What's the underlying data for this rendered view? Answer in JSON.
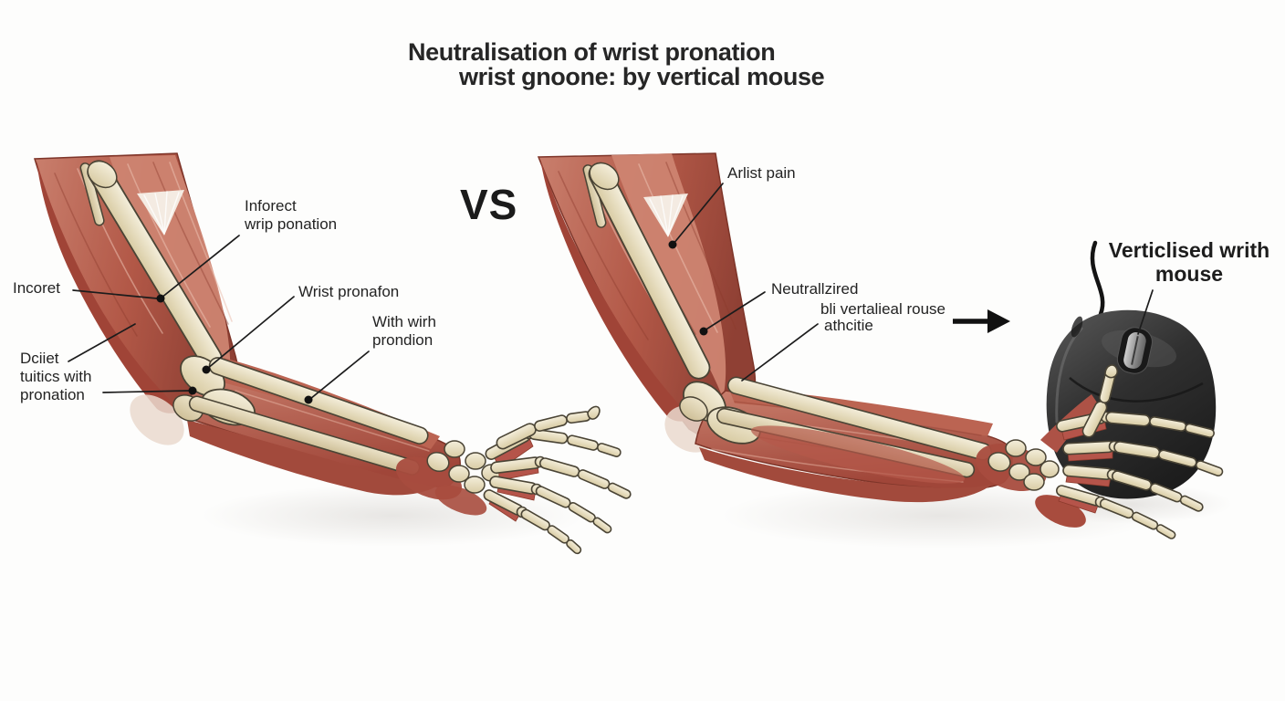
{
  "title": {
    "line1": "Neutralisation of wrist pronation",
    "line2": "wrist gnoone: by vertical mouse"
  },
  "comparison": {
    "vs": "VS"
  },
  "left_figure": {
    "labels": {
      "incorrect_wrist_pronation": {
        "line1": "Inforect",
        "line2": "wrip ponation"
      },
      "incorrect": {
        "line1": "Incoret"
      },
      "direct_with_pronation": {
        "line1": "Dciiet",
        "line2": "tuitics with",
        "line3": "pronation"
      },
      "wrist_pronation": {
        "line1": "Wrist pronafon"
      },
      "with_pronation": {
        "line1": "With wirh",
        "line2": "prondion"
      }
    }
  },
  "right_figure": {
    "labels": {
      "wrist_pain": {
        "line1": "Arlist pain"
      },
      "neutralised": {
        "line1": "Neutrallzired"
      },
      "by_vertical_mouse": {
        "line1": "bli vertalieal rouse",
        "line2": "athcitie"
      },
      "vertical_mouse": {
        "line1": "Verticlised writh",
        "line2": "mouse"
      }
    }
  },
  "colors": {
    "muscle_red": "#b25847",
    "muscle_dark": "#8f4034",
    "muscle_light": "#d18f7f",
    "bone_cream": "#e9dfc2",
    "bone_outline": "#4a4435",
    "mouse_body": "#333333",
    "text": "#232323",
    "background": "#fcfcfc"
  }
}
